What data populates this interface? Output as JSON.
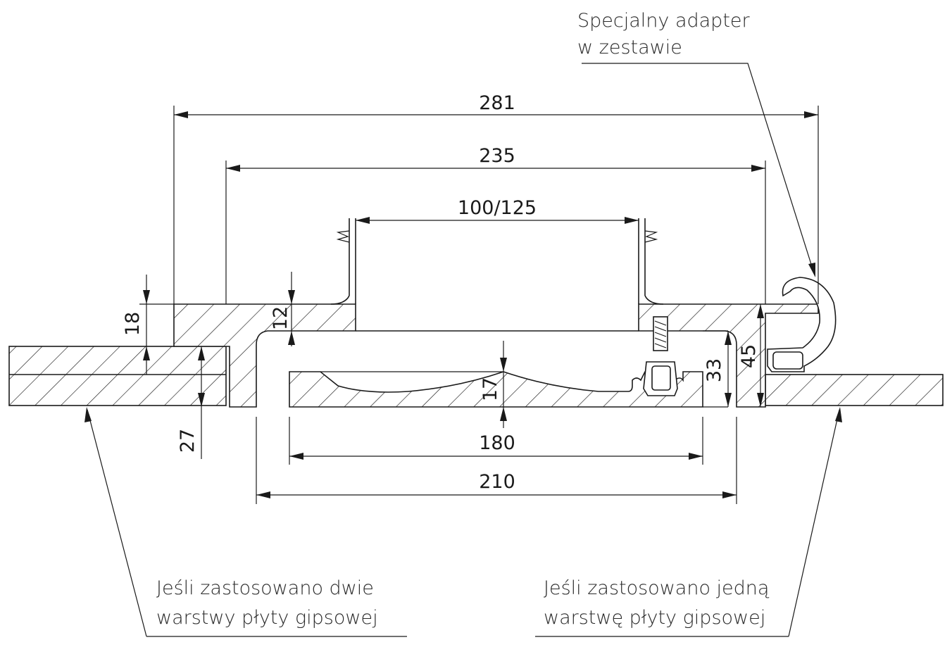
{
  "notes": {
    "adapter_line1": "Specjalny adapter",
    "adapter_line2": "w zestawie",
    "two_layers_line1": "Jeśli zastosowano dwie",
    "two_layers_line2": "warstwy płyty gipsowej",
    "one_layer_line1": "Jeśli zastosowano jedną",
    "one_layer_line2": "warstwę płyty gipsowej"
  },
  "dimensions": {
    "overall_width": "281",
    "frame_width": "235",
    "duct_diameter": "100/125",
    "panel_width": "180",
    "opening_width": "210",
    "board_thickness": "18",
    "frame_step": "12",
    "recess_depth": "17",
    "panel_height": "33",
    "total_height": "45",
    "two_layer_thickness": "27"
  }
}
